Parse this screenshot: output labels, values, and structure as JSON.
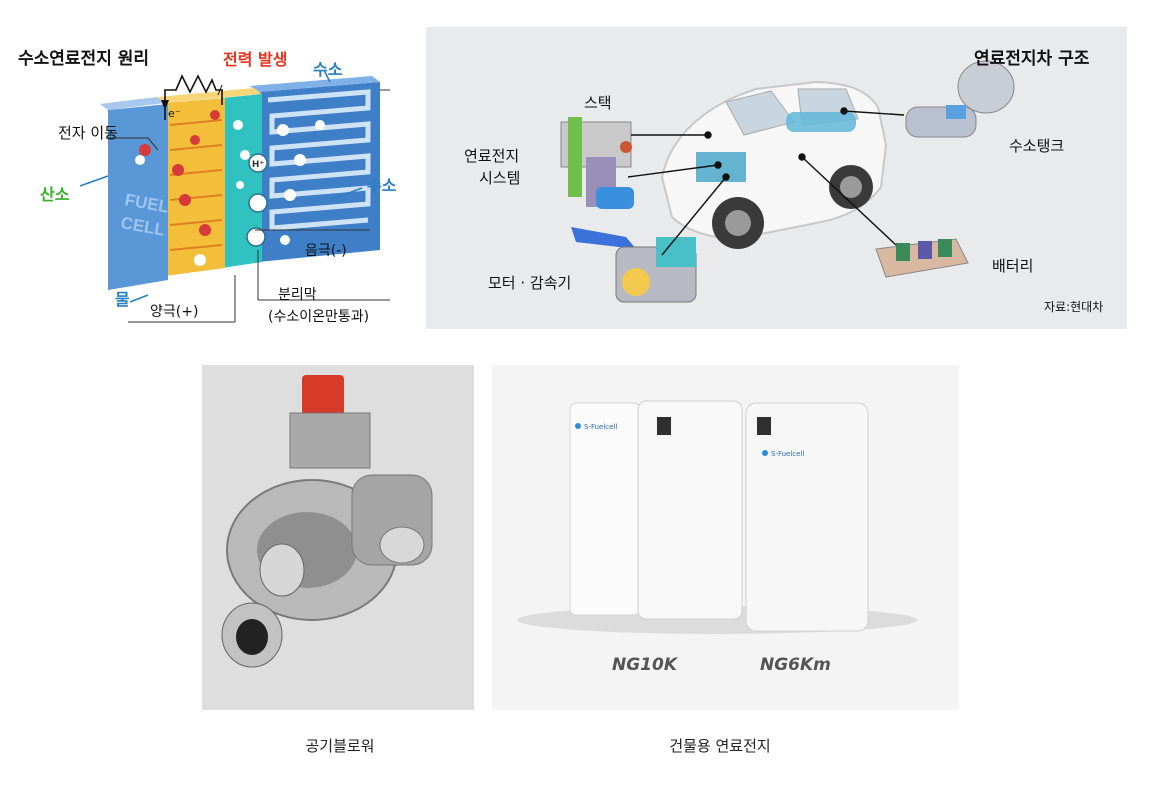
{
  "principle": {
    "title": "수소연료전지 원리",
    "power": "전력 발생",
    "hydrogen_top": "수소",
    "electron_move": "전자 이동",
    "oxygen": "산소",
    "hydrogen_right": "수소",
    "water": "물",
    "cathode": "음극(-)",
    "anode": "양극(+)",
    "membrane": "분리막",
    "membrane_sub": "(수소이온만통과)",
    "cell_line1": "FUEL",
    "cell_line2": "CELL",
    "electron": "e⁻",
    "proton": "H⁺"
  },
  "vehicle": {
    "title": "연료전지차 구조",
    "stack": "스택",
    "system_line1": "연료전지",
    "system_line2": "시스템",
    "tank": "수소탱크",
    "battery": "배터리",
    "motor": "모터 · 감속기",
    "source": "자료:현대차"
  },
  "blower": {
    "caption": "공기블로워"
  },
  "building": {
    "caption": "건물용 연료전지",
    "model1": "NG10K",
    "model2": "NG6Km",
    "brand": "S-Fuelcell"
  },
  "colors": {
    "power_red": "#e8321e",
    "hydrogen_blue": "#2a7fc1",
    "oxygen_green": "#35b02a",
    "cell_blue": "#5a97d6",
    "electrode_yellow": "#f3bf3a",
    "membrane_teal": "#2fc2c0"
  }
}
